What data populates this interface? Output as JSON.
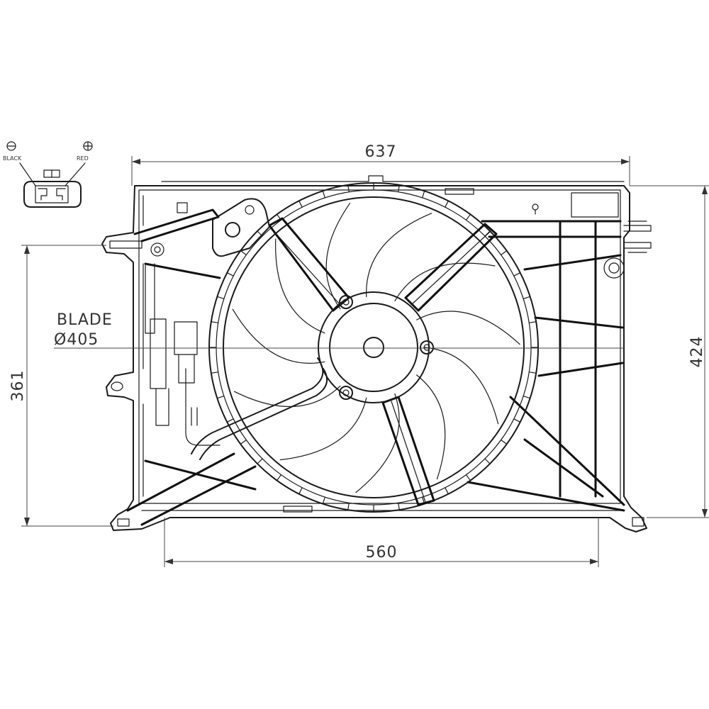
{
  "dimensions": {
    "overall_width": "637",
    "mount_width": "560",
    "overall_height": "424",
    "mount_height": "361",
    "blade_label": "BLADE",
    "blade_diameter": "Ø405"
  },
  "connector": {
    "negative_symbol": "⊖",
    "negative_label": "BLACK",
    "positive_symbol": "⊕",
    "positive_label": "RED"
  },
  "colors": {
    "line": "#1a1a1a",
    "dimension": "#444444",
    "background": "#ffffff"
  }
}
